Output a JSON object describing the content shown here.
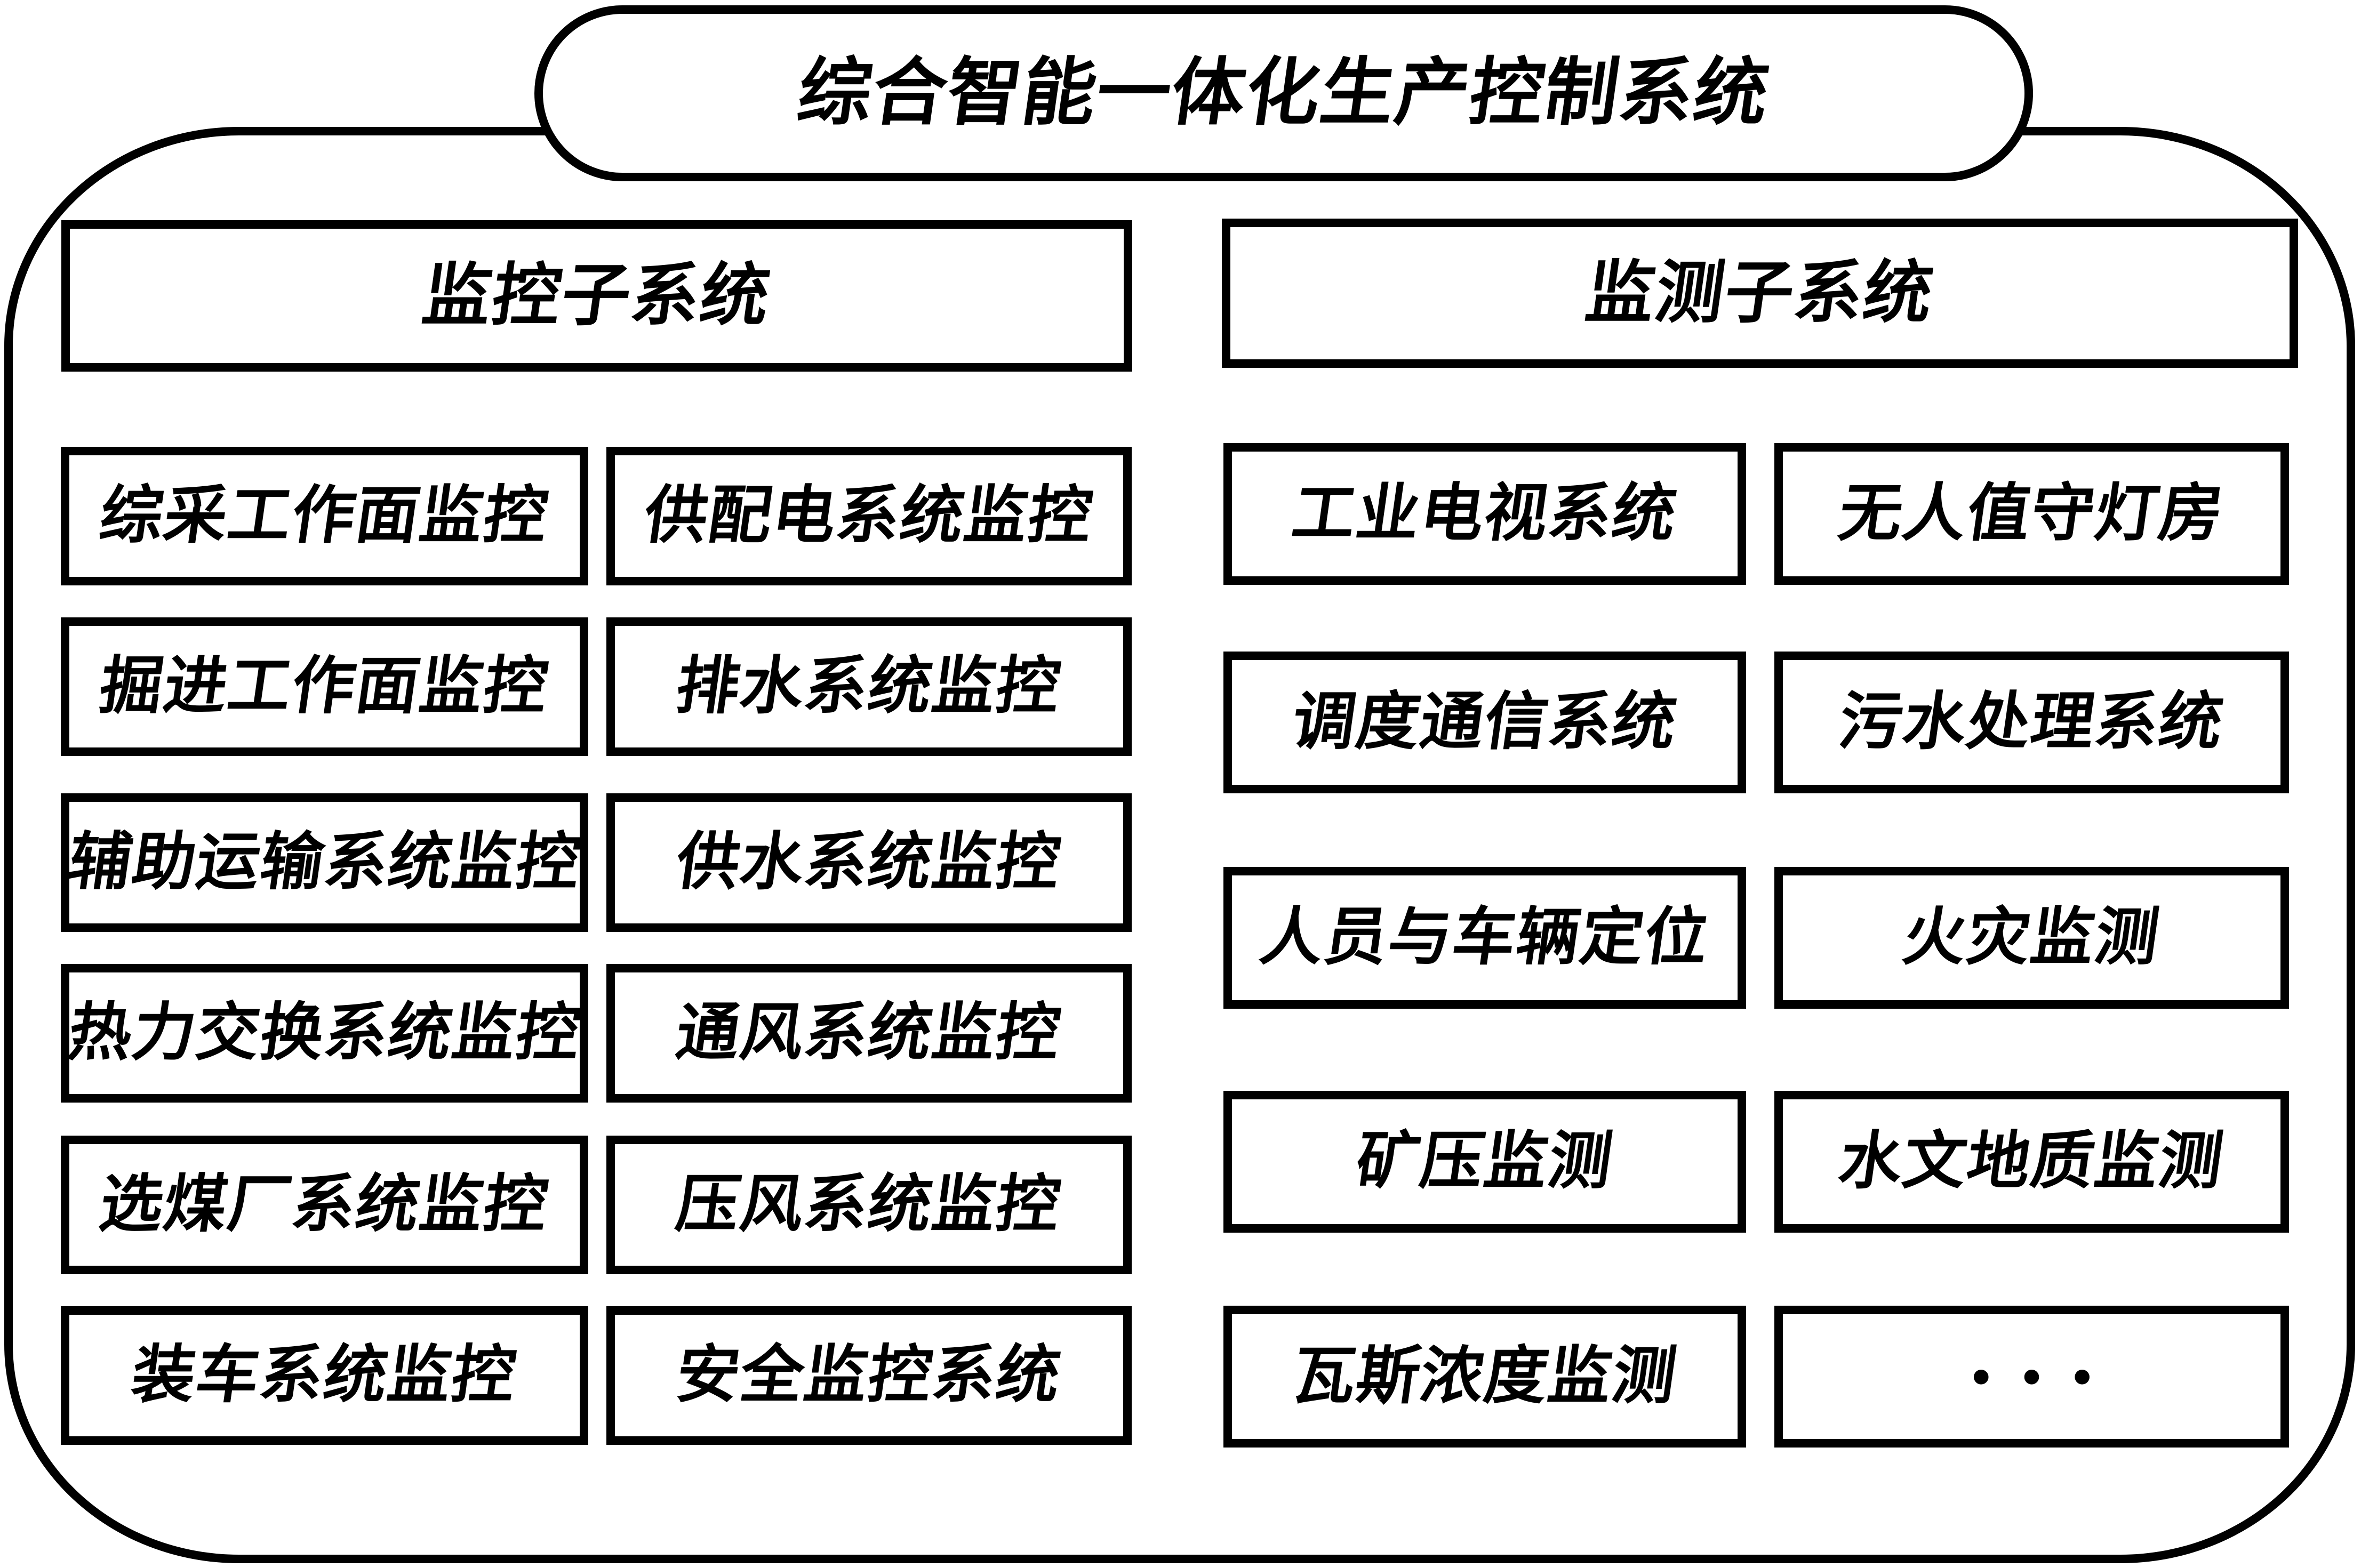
{
  "figure": {
    "title": "综合智能一体化生产控制系统"
  },
  "left_panel": {
    "header": "监控子系统",
    "items": [
      "综采工作面监控",
      "供配电系统监控",
      "掘进工作面监控",
      "排水系统监控",
      "辅助运输系统监控",
      "供水系统监控",
      "热力交换系统监控",
      "通风系统监控",
      "选煤厂系统监控",
      "压风系统监控",
      "装车系统监控",
      "安全监控系统"
    ]
  },
  "right_panel": {
    "header": "监测子系统",
    "items": [
      "工业电视系统",
      "无人值守灯房",
      "调度通信系统",
      "污水处理系统",
      "人员与车辆定位",
      "火灾监测",
      "矿压监测",
      "水文地质监测",
      "瓦斯浓度监测",
      "···"
    ]
  },
  "colors": {
    "line": "#000000",
    "background": "#ffffff",
    "text": "#000000"
  }
}
